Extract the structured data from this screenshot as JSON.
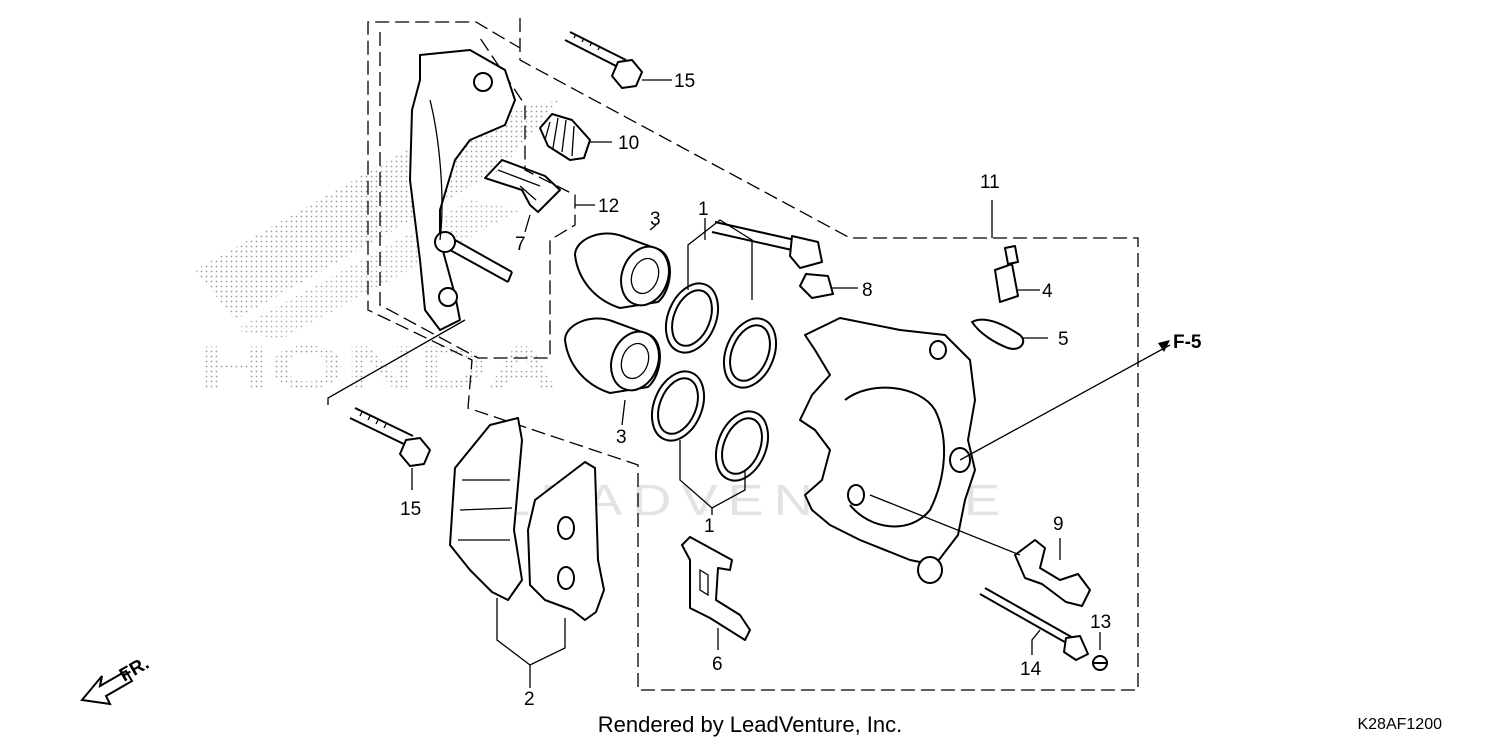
{
  "diagram": {
    "part_numbers": {
      "p1_top": "1",
      "p1_bottom": "1",
      "p2": "2",
      "p3_top": "3",
      "p3_bottom": "3",
      "p4": "4",
      "p5": "5",
      "p6": "6",
      "p7": "7",
      "p8": "8",
      "p9": "9",
      "p10": "10",
      "p11": "11",
      "p12": "12",
      "p13": "13",
      "p14": "14",
      "p15_top": "15",
      "p15_bottom": "15"
    },
    "reference_label": "F-5",
    "direction_label": "FR.",
    "watermark_text": "LEADVENTURE",
    "background_logo_text": "HONDA"
  },
  "footer": {
    "rendered_by": "Rendered by LeadVenture, Inc.",
    "diagram_code": "K28AF1200"
  }
}
